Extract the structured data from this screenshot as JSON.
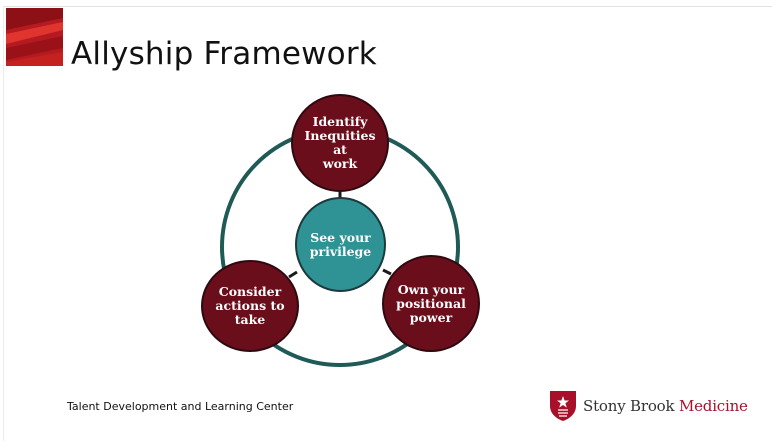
{
  "slide": {
    "title": "Allyship Framework",
    "footer": "Talent Development and Learning Center"
  },
  "diagram": {
    "center": "See your\nprivilege",
    "nodes": {
      "top": "Identify\nInequities at\nwork",
      "left": "Consider\nactions to\ntake",
      "right": "Own your\npositional\npower"
    }
  },
  "brand": {
    "name_part1": "Stony Brook ",
    "name_part2": "Medicine"
  },
  "colors": {
    "node_fill": "#6b0e1b",
    "center_fill": "#2f9396",
    "ring_stroke": "#1f5a56",
    "brand_red": "#a8102a"
  }
}
